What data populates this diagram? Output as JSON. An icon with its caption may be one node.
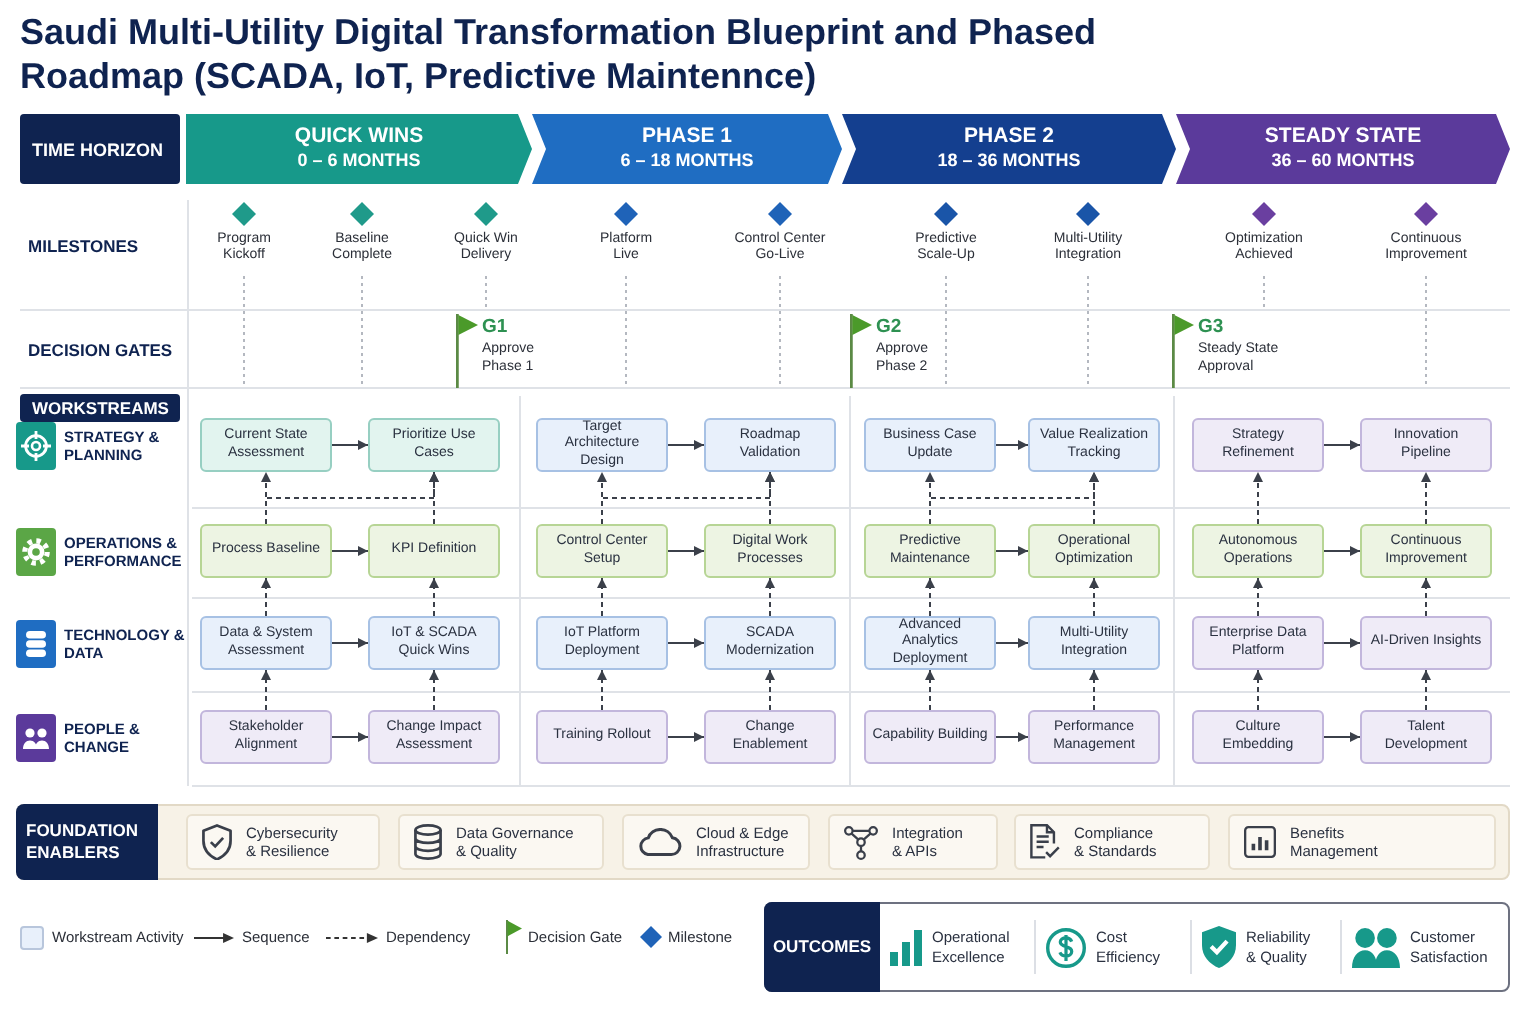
{
  "diagram": {
    "title": "Saudi Multi-Utility Digital Transformation Blueprint and Phased Roadmap (SCADA, IoT, Predictive Maintennce)",
    "nodes": [
      {
        "text": [
          "TIME HORIZON"
        ]
      },
      {
        "text": [
          "QUICK WINS",
          "0 – 6 MONTHS"
        ]
      },
      {
        "text": [
          "PHASE 1",
          "6 – 18 MONTHS"
        ]
      },
      {
        "text": [
          "PHASE 2",
          "18 – 36 MONTHS"
        ]
      },
      {
        "text": [
          "STEADY STATE",
          "36 – 60 MONTHS"
        ]
      },
      {
        "text": [
          "WORKSTREAMS"
        ]
      },
      {
        "text": [
          "Current State Assessment"
        ]
      },
      {
        "text": [
          "Prioritize Use Cases"
        ]
      },
      {
        "text": [
          "Target Architecture Design"
        ]
      },
      {
        "text": [
          "Roadmap Validation"
        ]
      },
      {
        "text": [
          "Business Case Update"
        ]
      },
      {
        "text": [
          "Value Realization Tracking"
        ]
      },
      {
        "text": [
          "Strategy Refinement"
        ]
      },
      {
        "text": [
          "Innovation Pipeline"
        ]
      },
      {
        "text": [
          "Process Baseline"
        ]
      },
      {
        "text": [
          "KPI Definition"
        ]
      },
      {
        "text": [
          "Control Center Setup"
        ]
      },
      {
        "text": [
          "Digital Work Processes"
        ]
      },
      {
        "text": [
          "Predictive Maintenance"
        ]
      },
      {
        "text": [
          "Operational Optimization"
        ]
      },
      {
        "text": [
          "Autonomous Operations"
        ]
      },
      {
        "text": [
          "Continuous Improvement"
        ]
      },
      {
        "text": [
          "Data & System Assessment"
        ]
      },
      {
        "text": [
          "IoT & SCADA Quick Wins"
        ]
      },
      {
        "text": [
          "IoT Platform Deployment"
        ]
      },
      {
        "text": [
          "SCADA Modernization"
        ]
      },
      {
        "text": [
          "Advanced Analytics Deployment"
        ]
      },
      {
        "text": [
          "Multi-Utility Integration"
        ]
      },
      {
        "text": [
          "Enterprise Data Platform"
        ]
      },
      {
        "text": [
          "AI-Driven Insights"
        ]
      },
      {
        "text": [
          "Stakeholder Alignment"
        ]
      },
      {
        "text": [
          "Change Impact Assessment"
        ]
      },
      {
        "text": [
          "Training Rollout"
        ]
      },
      {
        "text": [
          "Change Enablement"
        ]
      },
      {
        "text": [
          "Capability Building"
        ]
      },
      {
        "text": [
          "Performance Management"
        ]
      },
      {
        "text": [
          "Culture Embedding"
        ]
      },
      {
        "text": [
          "Talent Development"
        ]
      },
      {
        "text": [],
        "shape": "box"
      },
      {
        "text": [
          "FOUNDATION ENABLERS"
        ],
        "in": 38
      },
      {
        "text": [
          "Cybersecurity & Resilience"
        ],
        "in": 38
      },
      {
        "text": [
          "Data Governance & Quality"
        ],
        "in": 38
      },
      {
        "text": [
          "Cloud & Edge Infrastructure"
        ],
        "in": 38
      },
      {
        "text": [
          "Integration & APIs"
        ],
        "in": 38
      },
      {
        "text": [
          "Compliance & Standards"
        ],
        "in": 38
      },
      {
        "text": [
          "Benefits Management"
        ],
        "in": 38
      },
      {
        "text": [
          "Operational Excellence",
          "Cost Efficiency",
          "Reliability & Quality",
          "Customer Satisfaction"
        ]
      },
      {
        "text": [
          "OUTCOMES"
        ],
        "in": 46
      }
    ],
    "edges": [
      {
        "from": 6,
        "to": 7,
        "arrow": "to"
      },
      {
        "from": 8,
        "to": 9,
        "arrow": "to"
      },
      {
        "from": 10,
        "to": 11,
        "arrow": "to"
      },
      {
        "from": 12,
        "to": 13,
        "arrow": "to"
      },
      {
        "from": 14,
        "to": 15,
        "arrow": "to"
      },
      {
        "from": 16,
        "to": 17,
        "arrow": "to"
      },
      {
        "from": 18,
        "to": 19,
        "arrow": "to"
      },
      {
        "from": 20,
        "to": 21,
        "arrow": "to"
      },
      {
        "from": 22,
        "to": 23,
        "arrow": "to"
      },
      {
        "from": 24,
        "to": 25,
        "arrow": "to"
      },
      {
        "from": 26,
        "to": 27,
        "arrow": "to"
      },
      {
        "from": 28,
        "to": 29,
        "arrow": "to"
      },
      {
        "from": 30,
        "to": 31,
        "arrow": "to"
      },
      {
        "from": 32,
        "to": 33,
        "arrow": "to"
      },
      {
        "from": 34,
        "to": 35,
        "arrow": "to"
      },
      {
        "from": 36,
        "to": 37,
        "arrow": "to"
      },
      {
        "from": 30,
        "to": 22,
        "arrow": "to",
        "style": "dashed"
      },
      {
        "from": 22,
        "to": 14,
        "arrow": "to",
        "style": "dashed"
      },
      {
        "from": 14,
        "to": 6,
        "arrow": "to",
        "style": "dashed"
      },
      {
        "from": 31,
        "to": 23,
        "arrow": "to",
        "style": "dashed"
      },
      {
        "from": 23,
        "to": 15,
        "arrow": "to",
        "style": "dashed"
      },
      {
        "from": 15,
        "to": 7,
        "arrow": "to",
        "style": "dashed"
      },
      {
        "from": 32,
        "to": 24,
        "arrow": "to",
        "style": "dashed"
      },
      {
        "from": 24,
        "to": 16,
        "arrow": "to",
        "style": "dashed"
      },
      {
        "from": 16,
        "to": 8,
        "arrow": "to",
        "style": "dashed"
      },
      {
        "from": 33,
        "to": 25,
        "arrow": "to",
        "style": "dashed"
      },
      {
        "from": 25,
        "to": 17,
        "arrow": "to",
        "style": "dashed"
      },
      {
        "from": 17,
        "to": 9,
        "arrow": "to",
        "style": "dashed"
      },
      {
        "from": 34,
        "to": 26,
        "arrow": "to",
        "style": "dashed"
      },
      {
        "from": 26,
        "to": 18,
        "arrow": "to",
        "style": "dashed"
      },
      {
        "from": 18,
        "to": 10,
        "arrow": "to",
        "style": "dashed"
      },
      {
        "from": 35,
        "to": 27,
        "arrow": "to",
        "style": "dashed"
      },
      {
        "from": 27,
        "to": 19,
        "arrow": "to",
        "style": "dashed"
      },
      {
        "from": 19,
        "to": 11,
        "arrow": "to",
        "style": "dashed"
      },
      {
        "from": 36,
        "to": 28,
        "arrow": "to",
        "style": "dashed"
      },
      {
        "from": 28,
        "to": 20,
        "arrow": "to",
        "style": "dashed"
      },
      {
        "from": 20,
        "to": 12,
        "arrow": "to",
        "style": "dashed"
      },
      {
        "from": 37,
        "to": 29,
        "arrow": "to",
        "style": "dashed"
      },
      {
        "from": 29,
        "to": 21,
        "arrow": "to",
        "style": "dashed"
      },
      {
        "from": 21,
        "to": 13,
        "arrow": "to",
        "style": "dashed"
      },
      {
        "from": 14,
        "to": 7,
        "arrow": "to",
        "style": "dashed"
      },
      {
        "from": 16,
        "to": 9,
        "arrow": "to",
        "style": "dashed"
      },
      {
        "from": 18,
        "to": 11,
        "arrow": "to",
        "style": "dashed"
      }
    ],
    "labels": [
      "MILESTONES",
      "Program Kickoff",
      "Baseline Complete",
      "Quick Win Delivery",
      "Platform Live",
      "Control Center Go-Live",
      "Predictive Scale-Up",
      "Multi-Utility Integration",
      "Optimization Achieved",
      "Continuous Improvement",
      "DECISION GATES",
      "G1",
      "Approve Phase 1",
      "G2",
      "Approve Phase 2",
      "G3",
      "Steady State Approval",
      "STRATEGY & PLANNING",
      "OPERATIONS & PERFORMANCE",
      "TECHNOLOGY & DATA",
      "PEOPLE & CHANGE"
    ],
    "legend": [
      {
        "text": "Workstream Activity",
        "color": "#e8f0fb"
      },
      {
        "text": "Sequence"
      },
      {
        "text": "Dependency"
      },
      {
        "text": "Decision Gate"
      },
      {
        "text": "Milestone"
      }
    ]
  }
}
